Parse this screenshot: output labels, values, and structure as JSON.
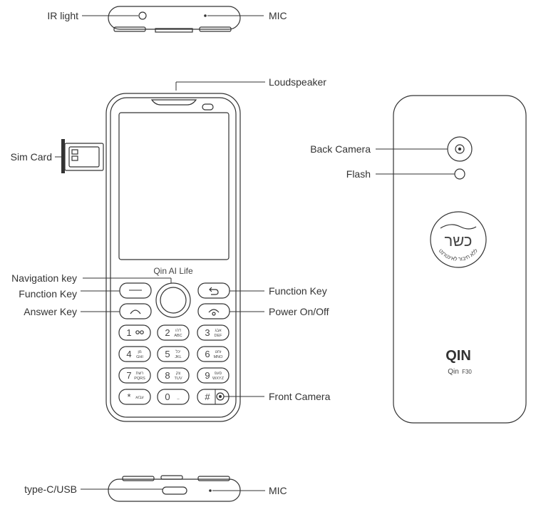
{
  "labels": {
    "ir_light": "IR light",
    "mic_top": "MIC",
    "loudspeaker": "Loudspeaker",
    "sim_card": "Sim Card",
    "navigation_key": "Navigation key",
    "function_key_left": "Function Key",
    "answer_key": "Answer Key",
    "function_key_right": "Function Key",
    "power": "Power On/Off",
    "front_camera": "Front Camera",
    "back_camera": "Back Camera",
    "flash": "Flash",
    "type_c": "type-C/USB",
    "mic_bottom": "MIC"
  },
  "phone_text": {
    "brand_line": "Qin  AI  Life",
    "logo_mark": "QIN",
    "model_name": "Qin",
    "model_number": "F30",
    "kosher_word": "כשר",
    "kosher_arc": "ללא חיבור לאינטרנט"
  },
  "keypad": [
    {
      "digit": "1",
      "letters": "",
      "icon": "voicemail-icon"
    },
    {
      "digit": "2",
      "letters": "דהו\nABC"
    },
    {
      "digit": "3",
      "letters": "אבג\nDEF"
    },
    {
      "digit": "4",
      "letters": "מן\nGHI"
    },
    {
      "digit": "5",
      "letters": "יכל\nJKL"
    },
    {
      "digit": "6",
      "letters": "זחט\nMNO"
    },
    {
      "digit": "7",
      "letters": "רשת\nPQRS"
    },
    {
      "digit": "8",
      "letters": "צק\nTUV"
    },
    {
      "digit": "9",
      "letters": "סעפ\nWXYZ"
    },
    {
      "digit": "*",
      "letters": "עב/א"
    },
    {
      "digit": "0",
      "letters": "_"
    },
    {
      "digit": "#",
      "letters": ""
    }
  ]
}
